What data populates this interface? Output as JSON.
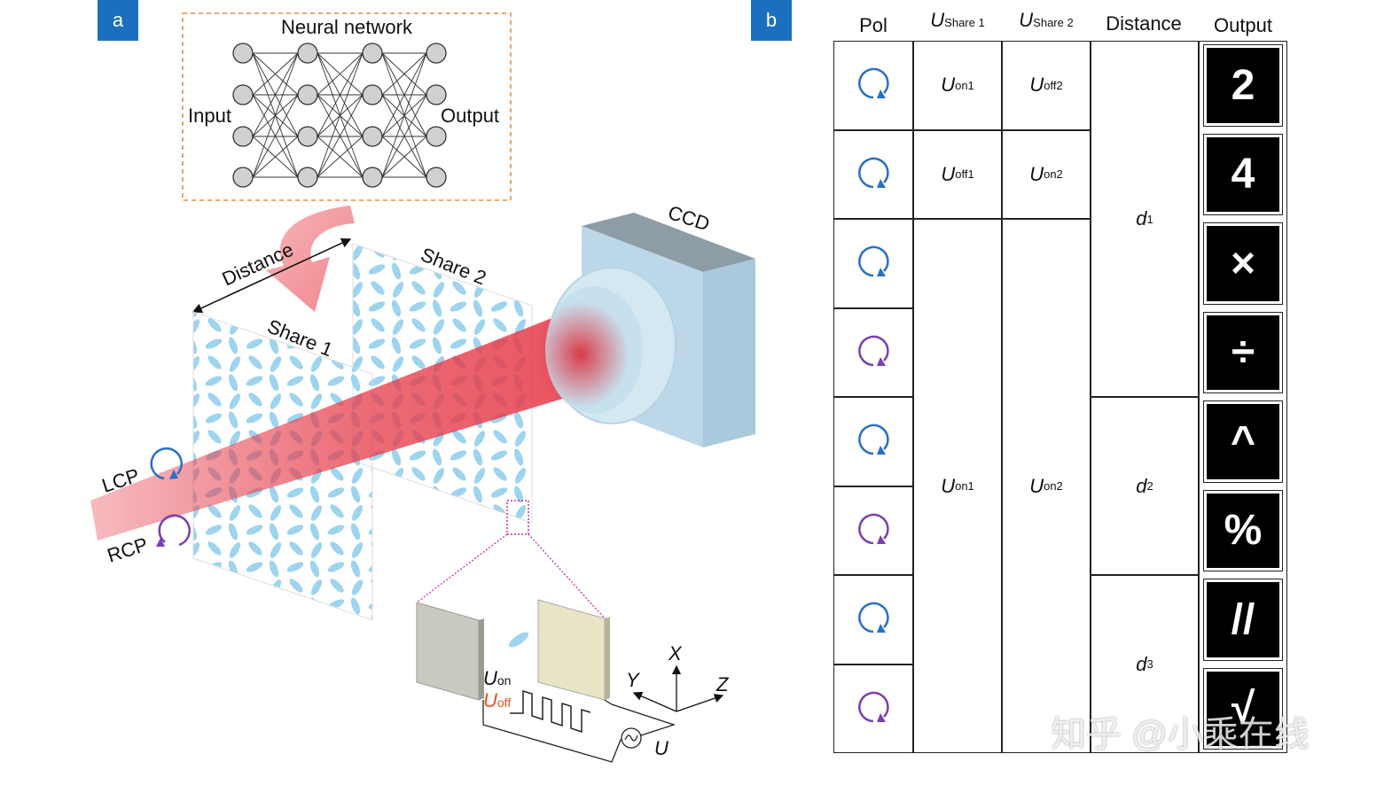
{
  "panel_a": {
    "tag": "a",
    "nn_title": "Neural network",
    "nn_input": "Input",
    "nn_output": "Output",
    "distance": "Distance",
    "share1": "Share 1",
    "share2": "Share 2",
    "ccd": "CCD",
    "lcp": "LCP",
    "rcp": "RCP",
    "u_on": "U",
    "u_on_sub": "on",
    "u_off": "U",
    "u_off_sub": "off",
    "u": "U",
    "axis_x": "X",
    "axis_y": "Y",
    "axis_z": "Z"
  },
  "panel_b": {
    "tag": "b",
    "headers": {
      "pol": "Pol",
      "share1_main": "U",
      "share1_sub": "Share 1",
      "share2_main": "U",
      "share2_sub": "Share 2",
      "distance": "Distance",
      "output": "Output"
    },
    "rows": [
      {
        "pol": "LCP",
        "s1": "on1",
        "s2": "off2",
        "out": "2"
      },
      {
        "pol": "LCP",
        "s1": "off1",
        "s2": "on2",
        "out": "4"
      },
      {
        "pol": "LCP",
        "out": "×"
      },
      {
        "pol": "RCP",
        "out": "÷"
      },
      {
        "pol": "LCP",
        "out": "^"
      },
      {
        "pol": "RCP",
        "out": "%"
      },
      {
        "pol": "LCP",
        "out": "//"
      },
      {
        "pol": "RCP",
        "out": "√"
      }
    ],
    "merged_s1": "on1",
    "merged_s2": "on2",
    "distances": [
      {
        "main": "d",
        "sub": "1"
      },
      {
        "main": "d",
        "sub": "2"
      },
      {
        "main": "d",
        "sub": "3"
      }
    ],
    "u_letter": "U"
  },
  "watermark": "知乎 @小乘在线",
  "colors": {
    "tag_bg": "#1b6fbf",
    "lcp": "#2a6fc4",
    "rcp": "#7a3fb0",
    "beam": "#e63c4a",
    "ellipse": "#9ed4ee",
    "off_label": "#e8501f"
  }
}
